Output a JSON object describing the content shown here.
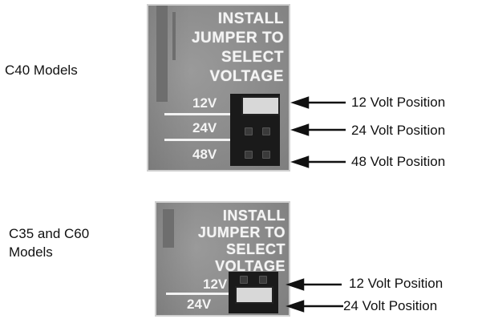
{
  "top": {
    "models_label": "C40 Models",
    "silk": [
      "INSTALL",
      "JUMPER TO",
      "SELECT",
      "VOLTAGE"
    ],
    "voltages": [
      "12V",
      "24V",
      "48V"
    ],
    "positions": [
      "12 Volt Position",
      "24 Volt Position",
      "48 Volt Position"
    ]
  },
  "bottom": {
    "models_label_line1": "C35 and C60",
    "models_label_line2": "Models",
    "silk": [
      "INSTALL",
      "JUMPER TO",
      "SELECT",
      "VOLTAGE"
    ],
    "voltages": [
      "12V",
      "24V"
    ],
    "positions": [
      "12 Volt Position",
      "24 Volt Position"
    ]
  }
}
